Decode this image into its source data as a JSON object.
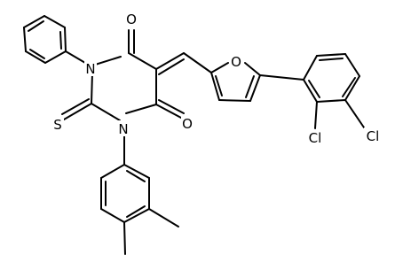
{
  "atoms": {
    "O_upper": "O",
    "O_lower": "O",
    "O_furan": "O",
    "N_top": "N",
    "N_bottom": "N",
    "S_thione": "S",
    "Cl_1": "Cl",
    "Cl_2": "Cl"
  }
}
